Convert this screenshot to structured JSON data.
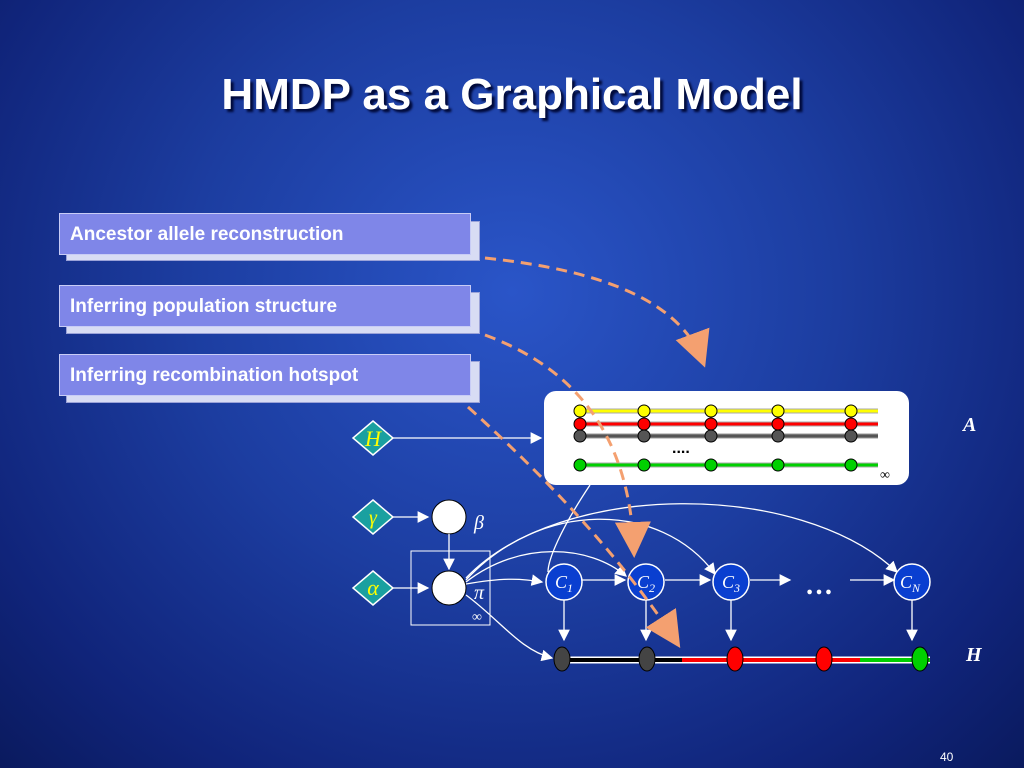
{
  "slide": {
    "title": "HMDP as a Graphical Model",
    "page_number": "40"
  },
  "tasks": [
    {
      "label": "Ancestor allele reconstruction"
    },
    {
      "label": "Inferring population structure"
    },
    {
      "label": "Inferring recombination hotspot"
    }
  ],
  "graph": {
    "hyper_H": "H",
    "hyper_gamma": "γ",
    "hyper_alpha": "α",
    "beta": "β",
    "pi": "π",
    "plate_inf": "∞",
    "ancestor_inf": "∞",
    "ancestor_label": "A",
    "ancestor_dots": "....",
    "chain_dots": "…",
    "haplotype_label": "H",
    "c1": "C",
    "c1_sub": "1",
    "c2": "C",
    "c2_sub": "2",
    "c3": "C",
    "c3_sub": "3",
    "cN": "C",
    "cN_sub": "N"
  },
  "colors": {
    "yellow": "#ffff00",
    "red": "#ff0000",
    "gray": "#555555",
    "green": "#00d000",
    "node_blue": "#0a3fd0",
    "arrow_orange": "#f4a070",
    "diamond_teal": "#1aa0a0"
  }
}
